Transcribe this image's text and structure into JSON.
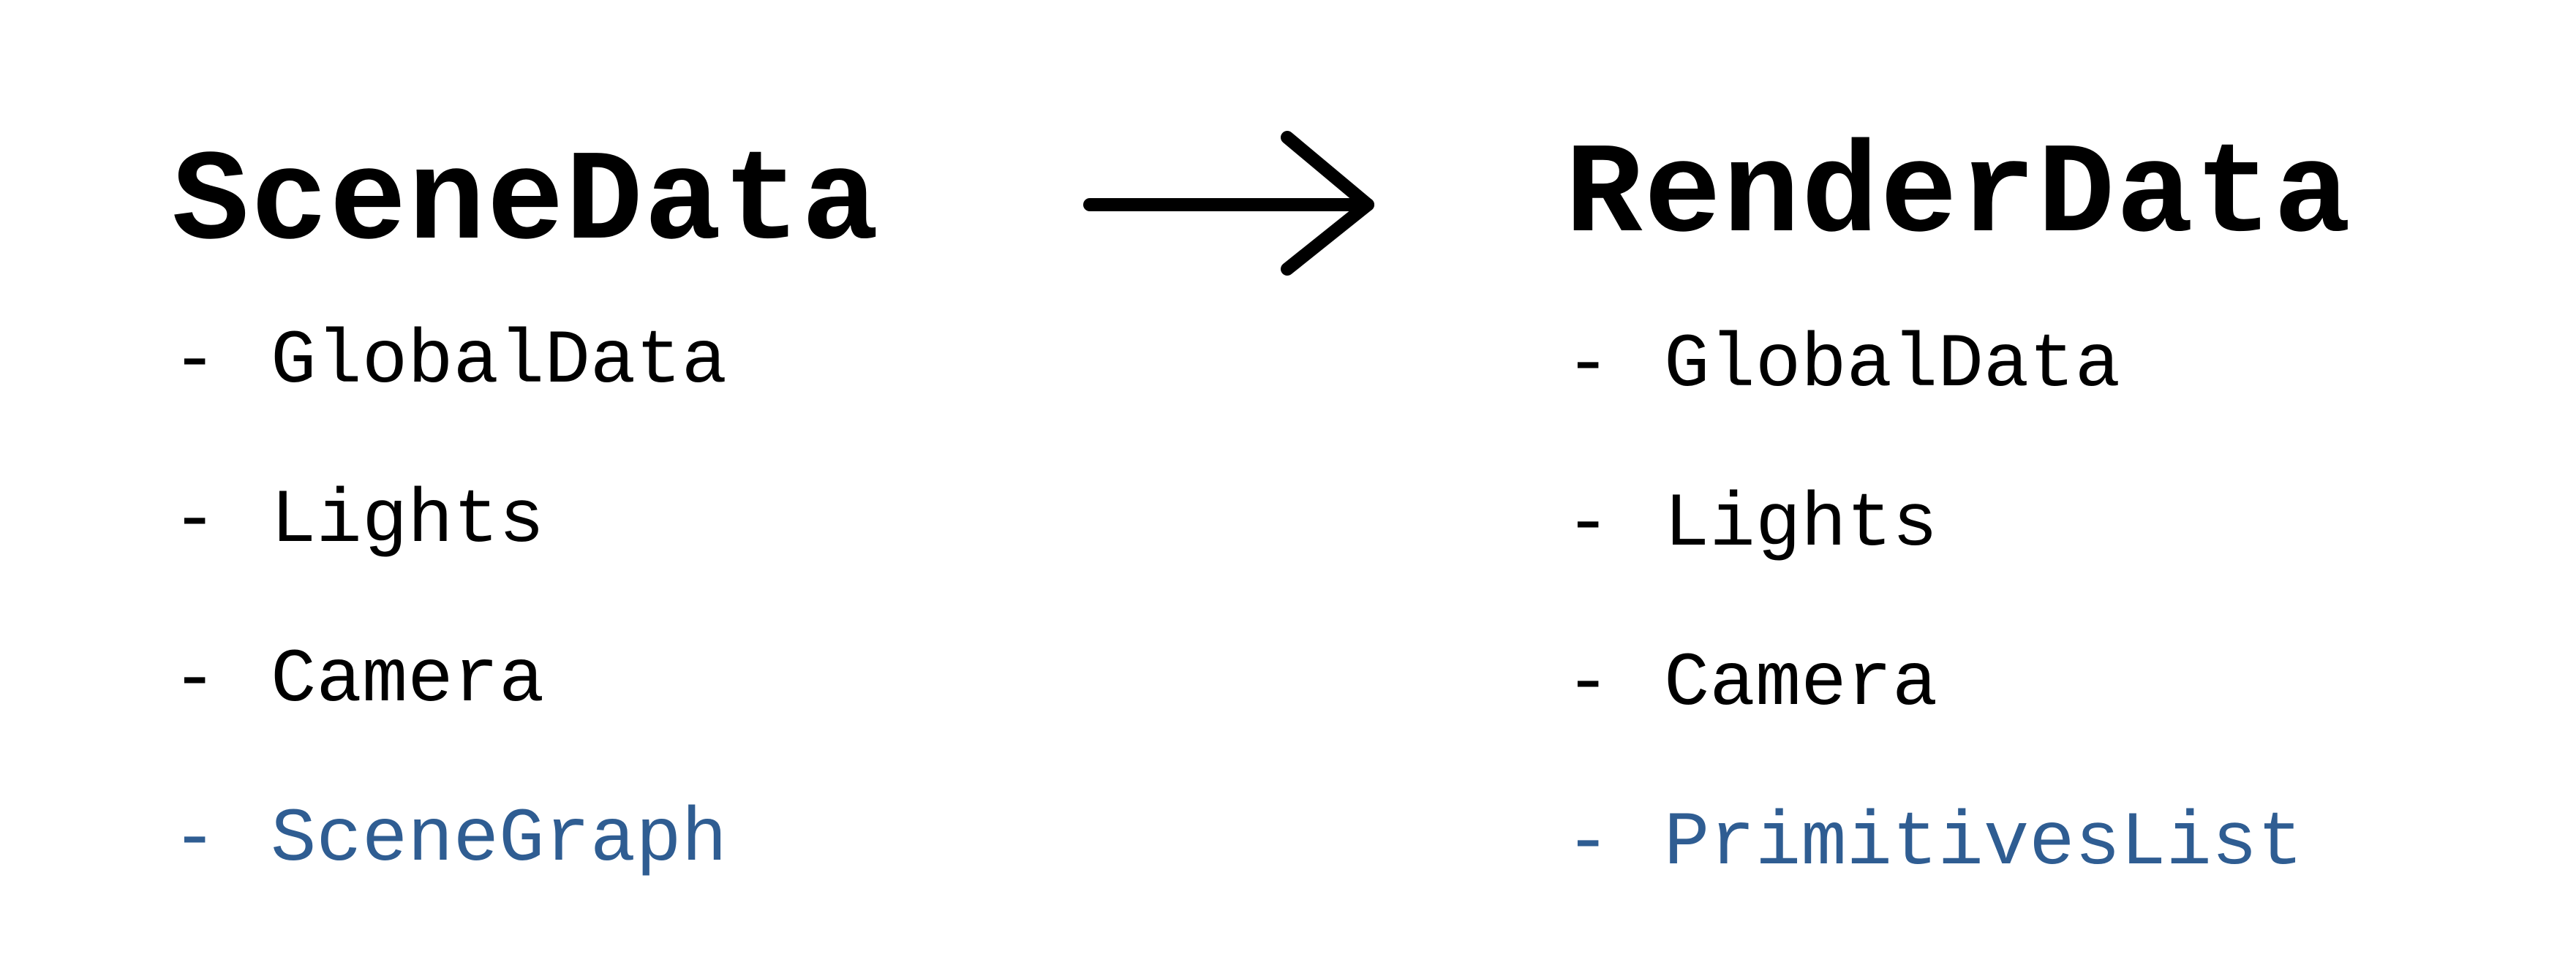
{
  "left": {
    "title": "SceneData",
    "items": [
      {
        "label": "GlobalData"
      },
      {
        "label": "Lights"
      },
      {
        "label": "Camera"
      },
      {
        "label": "SceneGraph",
        "color": "#2f5d92"
      }
    ]
  },
  "right": {
    "title": "RenderData",
    "items": [
      {
        "label": "GlobalData"
      },
      {
        "label": "Lights"
      },
      {
        "label": "Camera"
      },
      {
        "label": "PrimitivesList",
        "color": "#2f5d92"
      }
    ]
  },
  "arrow_icon": "right-arrow",
  "bullet": "-"
}
